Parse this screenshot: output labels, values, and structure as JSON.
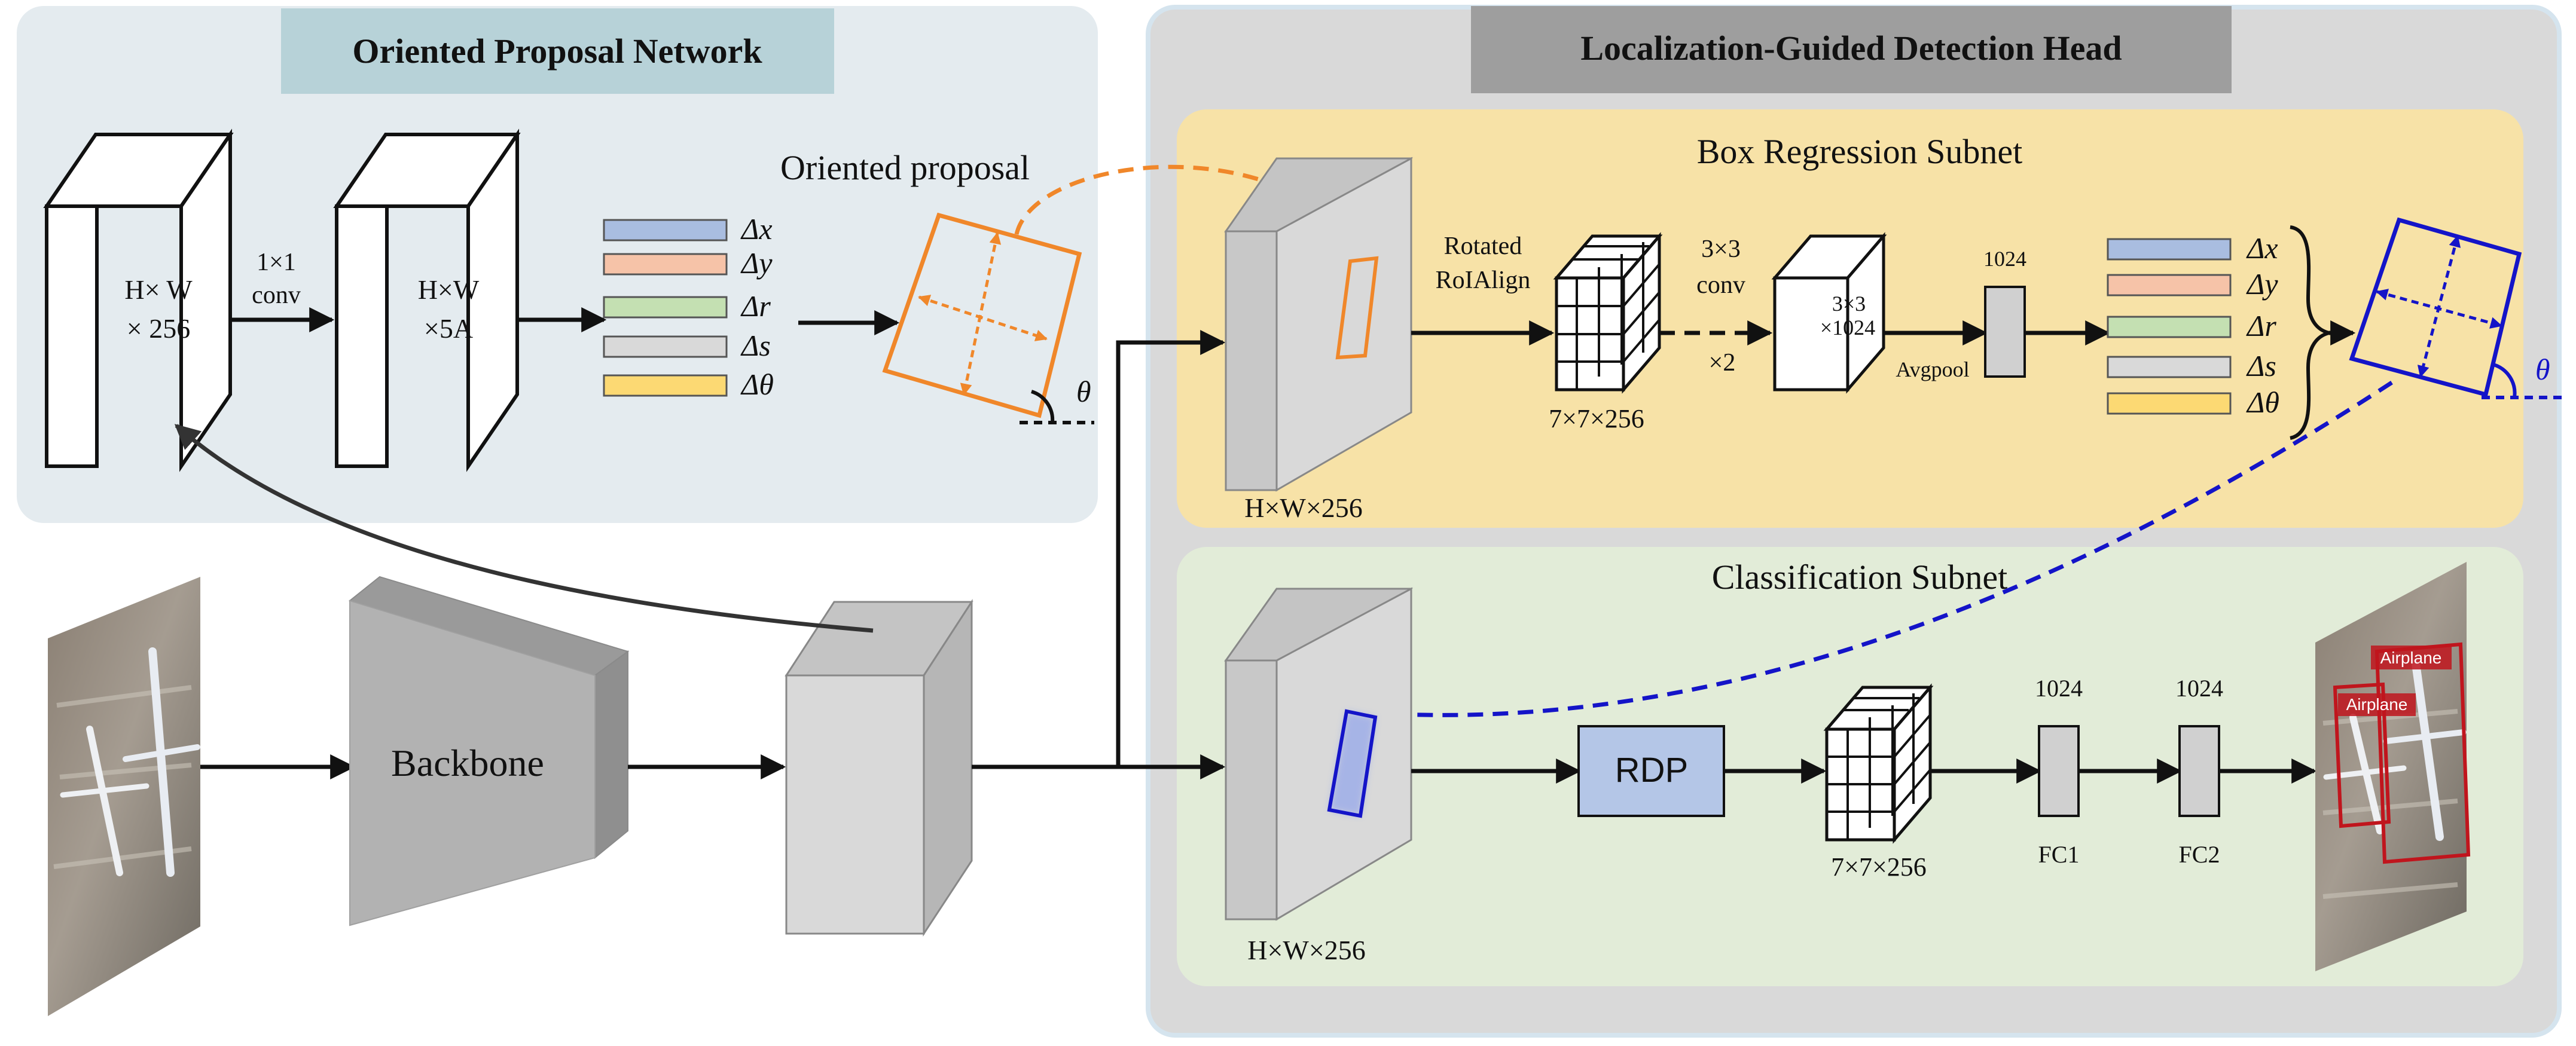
{
  "opn": {
    "title": "Oriented Proposal Network",
    "feat1": [
      "H× W",
      "× 256"
    ],
    "conv": [
      "1×1",
      "conv"
    ],
    "feat2": [
      "H×W",
      "×5A"
    ],
    "deltas": [
      {
        "label": "Δx",
        "color": "#a9bde0"
      },
      {
        "label": "Δy",
        "color": "#f6c3a8"
      },
      {
        "label": "Δr",
        "color": "#c4e0b2"
      },
      {
        "label": "Δs",
        "color": "#d9d9d9"
      },
      {
        "label": "Δθ",
        "color": "#fcd973"
      }
    ],
    "proposal_label": "Oriented proposal",
    "theta": "θ"
  },
  "head": {
    "title": "Localization-Guided Detection Head",
    "box_subnet": {
      "title": "Box Regression Subnet",
      "feat_label": "H×W×256",
      "roi": [
        "Rotated",
        "RoIAlign"
      ],
      "grid_label": "7×7×256",
      "conv": [
        "3×3",
        "conv"
      ],
      "times": "×2",
      "feat2": [
        "3×3",
        "×1024"
      ],
      "avgpool": "Avgpool",
      "fc": "1024",
      "deltas": [
        {
          "label": "Δx",
          "color": "#a9bde0"
        },
        {
          "label": "Δy",
          "color": "#f6c3a8"
        },
        {
          "label": "Δr",
          "color": "#c4e0b2"
        },
        {
          "label": "Δs",
          "color": "#d9d9d9"
        },
        {
          "label": "Δθ",
          "color": "#fcd973"
        }
      ],
      "theta": "θ"
    },
    "cls_subnet": {
      "title": "Classification Subnet",
      "feat_label": "H×W×256",
      "rdp": "RDP",
      "grid_label": "7×7×256",
      "fc1_top": "1024",
      "fc1": "FC1",
      "fc2_top": "1024",
      "fc2": "FC2",
      "detections": [
        "Airplane",
        "Airplane"
      ]
    }
  },
  "backbone": {
    "label": "Backbone"
  },
  "colors": {
    "opn_bg": "#e4ebef",
    "opn_title_bg": "#b7d2d8",
    "head_bg": "#d9d9d9",
    "head_title_bg": "#9e9e9e",
    "box_bg": "#f7e2a7",
    "cls_bg": "#e2ecd8",
    "proposal": "#f0872a",
    "regress": "#1414c8",
    "detect": "#c0151d",
    "rdp": "#b4c6e7"
  }
}
